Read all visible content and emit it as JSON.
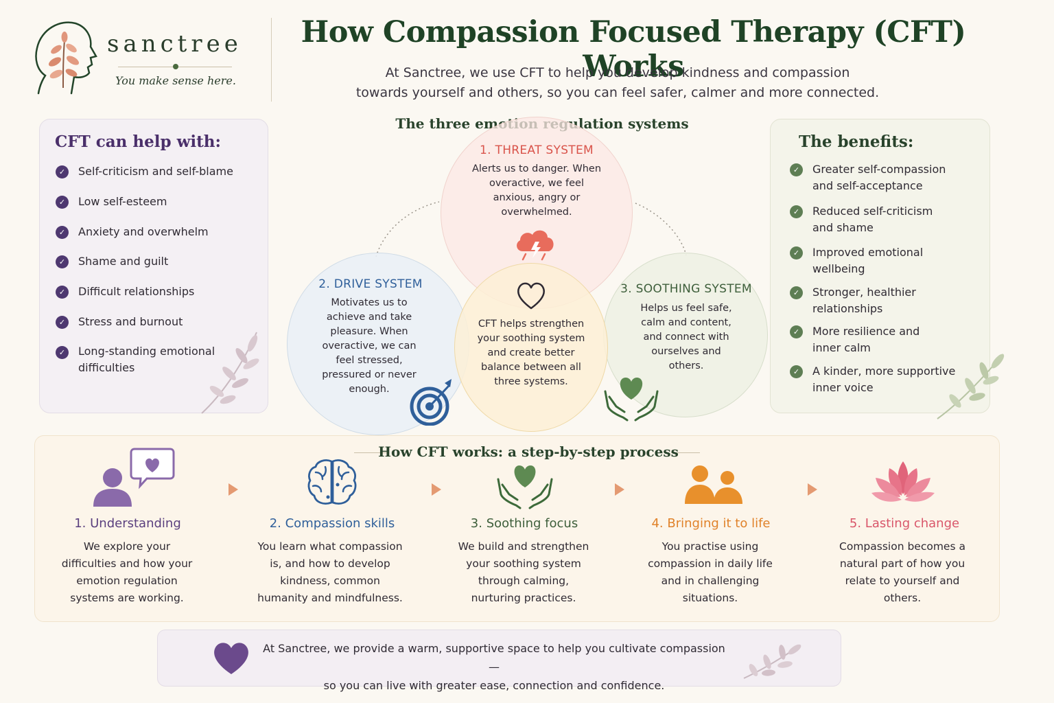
{
  "brand": {
    "name": "sanctree",
    "tagline": "You make sense here."
  },
  "header": {
    "title": "How Compassion Focused Therapy (CFT) Works",
    "subtitle_line1": "At Sanctree, we use CFT to help you develop kindness and compassion",
    "subtitle_line2": "towards yourself and others, so you can feel safer, calmer and more connected."
  },
  "help_panel": {
    "title": "CFT can help with:",
    "items": [
      "Self-criticism and self-blame",
      "Low self-esteem",
      "Anxiety and overwhelm",
      "Shame and guilt",
      "Difficult relationships",
      "Stress and burnout",
      "Long-standing emotional difficulties"
    ]
  },
  "benefits_panel": {
    "title": "The benefits:",
    "items": [
      "Greater self-compassion and self-acceptance",
      "Reduced self-criticism and shame",
      "Improved emotional wellbeing",
      "Stronger, healthier relationships",
      "More resilience and inner calm",
      "A kinder, more supportive inner voice"
    ]
  },
  "systems": {
    "heading": "The three emotion regulation systems",
    "threat": {
      "title": "1. THREAT SYSTEM",
      "text": "Alerts us to danger. When overactive, we feel anxious, angry or overwhelmed.",
      "icon": "storm-cloud-icon"
    },
    "drive": {
      "title": "2. DRIVE SYSTEM",
      "text": "Motivates us to achieve and take pleasure. When overactive, we can feel stressed, pressured or never enough.",
      "icon": "target-icon"
    },
    "soothing": {
      "title": "3. SOOTHING SYSTEM",
      "text": "Helps us feel safe, calm and content, and connect with ourselves and others.",
      "icon": "hands-heart-icon"
    },
    "center": {
      "text": "CFT helps strengthen your soothing system and create better balance between all three systems.",
      "icon": "heart-outline-icon"
    }
  },
  "process": {
    "heading": "How CFT works: a step-by-step process",
    "steps": [
      {
        "title": "1. Understanding",
        "text": "We explore your difficulties and how your emotion regulation systems are working.",
        "icon": "person-speech-heart-icon"
      },
      {
        "title": "2. Compassion skills",
        "text": "You learn what compassion is, and how to develop kindness, common humanity and mindfulness.",
        "icon": "brain-icon"
      },
      {
        "title": "3. Soothing focus",
        "text": "We build and strengthen your soothing system through calming, nurturing practices.",
        "icon": "hands-heart-icon"
      },
      {
        "title": "4. Bringing it to life",
        "text": "You practise using compassion in daily life and in challenging situations.",
        "icon": "two-people-icon"
      },
      {
        "title": "5. Lasting change",
        "text": "Compassion becomes a natural part of how you relate to yourself and others.",
        "icon": "lotus-icon"
      }
    ]
  },
  "footer": {
    "line1": "At Sanctree, we provide a warm, supportive space to help you cultivate compassion—",
    "line2": "so you can live with greater ease, connection and confidence.",
    "icon": "heart-icon"
  },
  "colors": {
    "primary_green": "#1f4326",
    "purple": "#4e3870",
    "threat_red": "#d9534a",
    "drive_blue": "#2f5f9a",
    "soothing_green": "#3d5e3a",
    "step_purple": "#5a3f7e",
    "step_orange": "#e0822a",
    "step_pink": "#d9566a"
  }
}
